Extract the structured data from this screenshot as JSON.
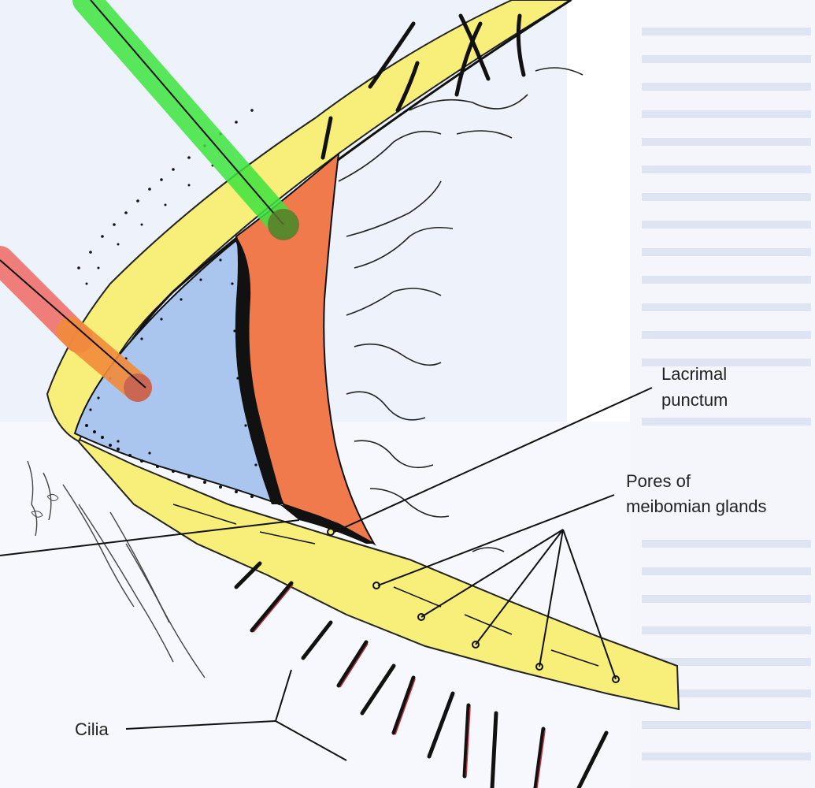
{
  "labels": {
    "lacrimal_1": "Lacrimal",
    "lacrimal_2": "punctum",
    "pores_1": "Pores of",
    "pores_2": "meibomian glands",
    "cilia": "Cilia"
  },
  "colors": {
    "eyelid": "#f7ef7a",
    "conjunctiva": "#f07a4c",
    "cornea": "#aac6ef",
    "page_tint": "#eef2fb",
    "marker_green": "#3ee43e",
    "marker_red": "#f06a64",
    "marker_orange": "#f28b3a"
  }
}
